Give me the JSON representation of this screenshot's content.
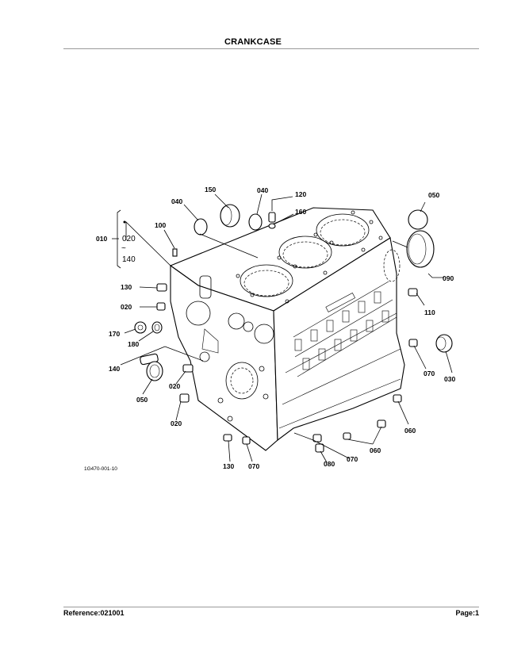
{
  "header": {
    "title": "CRANKCASE"
  },
  "footer": {
    "reference": "Reference:021001",
    "page": "Page:1"
  },
  "diagram": {
    "figure_code": "1G470-001-10",
    "bracket_range": {
      "label": "010",
      "from": "020",
      "tilde": "~",
      "to": "140"
    },
    "callouts": [
      "150",
      "040",
      "120",
      "050",
      "040",
      "160",
      "100",
      "130",
      "020",
      "170",
      "180",
      "140",
      "110",
      "090",
      "050",
      "020",
      "020",
      "070",
      "030",
      "060",
      "060",
      "130",
      "070",
      "080",
      "070"
    ]
  }
}
